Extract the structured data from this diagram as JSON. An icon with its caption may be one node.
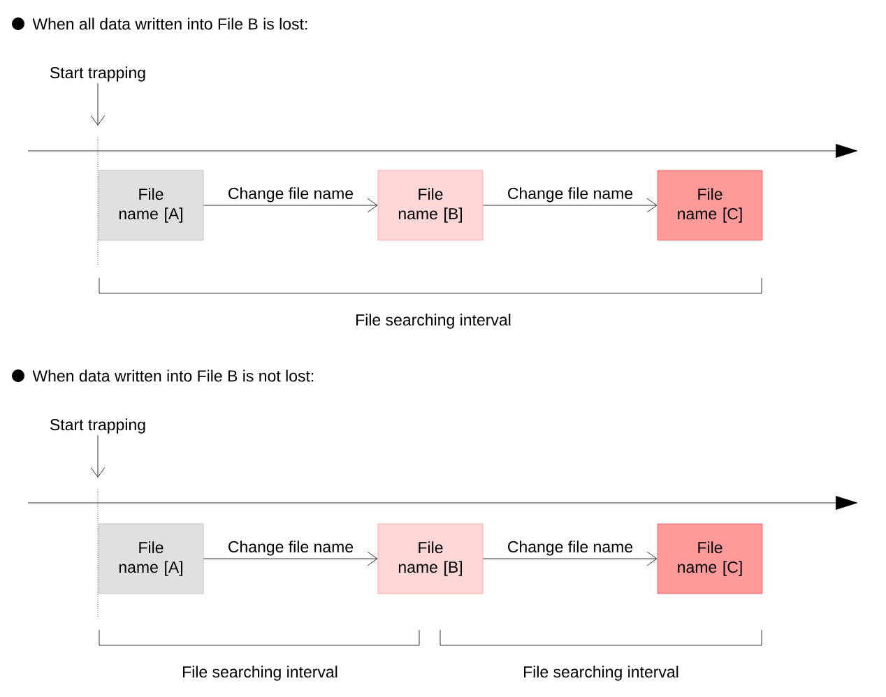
{
  "diagram": {
    "nodes": [
      {
        "text": [
          "Start trapping"
        ]
      },
      {
        "text": [
          "File name [A]"
        ]
      },
      {
        "text": [
          "File name [B]"
        ]
      },
      {
        "text": [
          "File name [C]"
        ]
      },
      {
        "text": [
          "Start trapping"
        ]
      },
      {
        "text": [
          "File name [A]"
        ]
      },
      {
        "text": [
          "File name [B]"
        ]
      },
      {
        "text": [
          "File name [C]"
        ]
      }
    ],
    "edges": [
      {
        "from": 0,
        "to": null,
        "arrow": "to"
      },
      {
        "from": 1,
        "to": 2,
        "arrow": "to",
        "label": "Change file name"
      },
      {
        "from": 2,
        "to": 3,
        "arrow": "to",
        "label": "Change file name"
      },
      {
        "from": 4,
        "to": null,
        "arrow": "to"
      },
      {
        "from": 5,
        "to": 6,
        "arrow": "to",
        "label": "Change file name"
      },
      {
        "from": 6,
        "to": 7,
        "arrow": "to",
        "label": "Change file name"
      }
    ],
    "labels": [
      "When all data written into File B is lost:",
      "File searching interval",
      "When data written into File B is not lost:",
      "File searching interval",
      "File searching interval"
    ]
  }
}
